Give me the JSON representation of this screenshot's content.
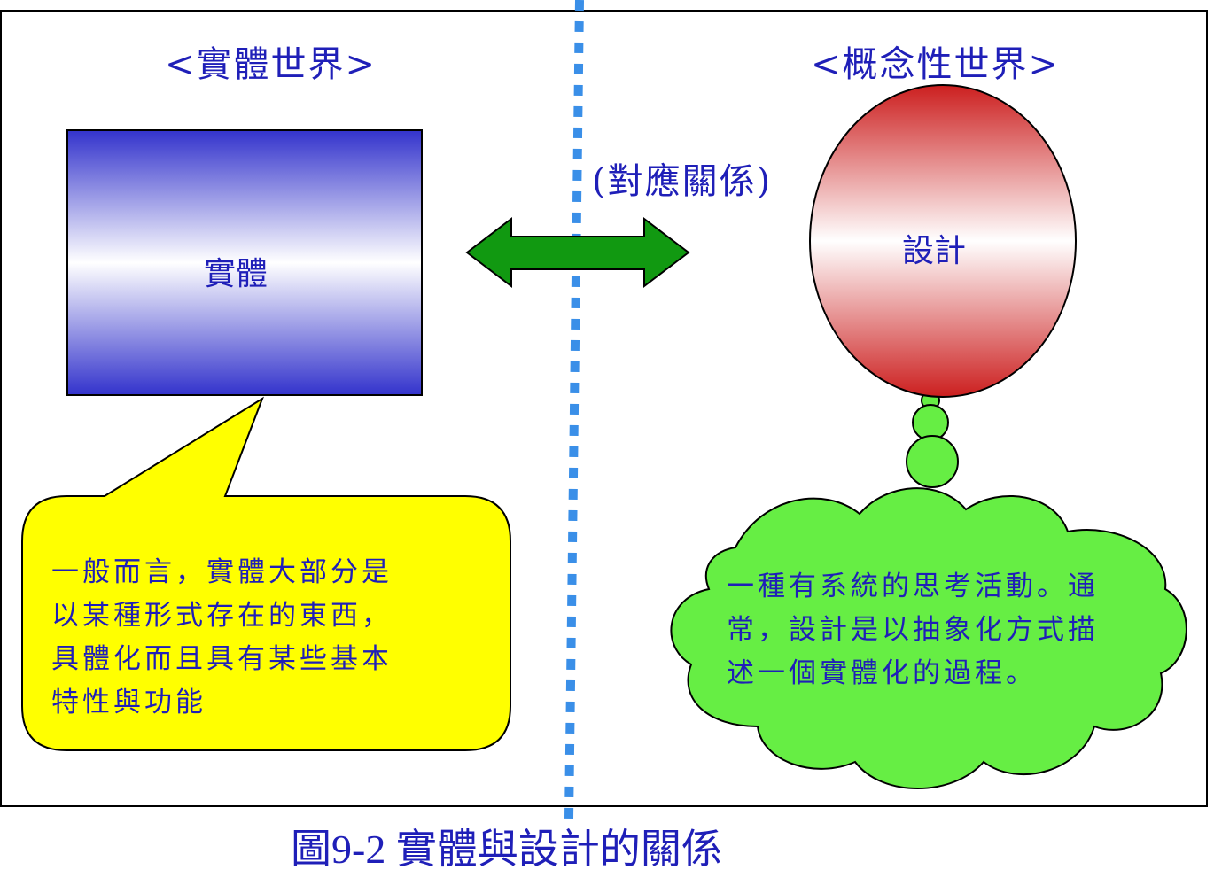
{
  "left_world": {
    "heading": "<實體世界>",
    "box_label": "實體",
    "callout_lines": [
      "一般而言，實體大部分是",
      "以某種形式存在的東西，",
      "具體化而且具有某些基本",
      "特性與功能"
    ]
  },
  "right_world": {
    "heading": "<概念性世界>",
    "balloon_label": "設計",
    "cloud_lines": [
      "一種有系統的思考活動。通",
      "常，設計是以抽象化方式描",
      "述一個實體化的過程。"
    ]
  },
  "relation": {
    "label": "(對應關係)"
  },
  "caption": "圖9-2 實體與設計的關係",
  "colors": {
    "text": "#1f1fb8",
    "frame": "#000000",
    "divider": "#3a8fe8",
    "box_dark": "#3333cc",
    "balloon_red": "#cc1f1f",
    "arrow_green": "#119911",
    "callout_yellow": "#ffff00",
    "cloud_green": "#66ee44"
  },
  "icons": {
    "arrow": "double-headed-arrow-icon"
  }
}
